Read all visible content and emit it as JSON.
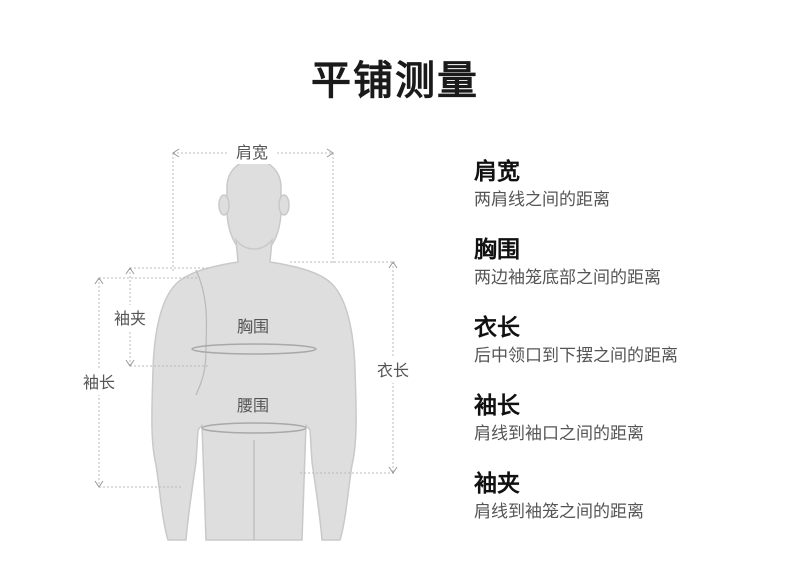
{
  "title": "平铺测量",
  "figure": {
    "labels": {
      "shoulder": "肩宽",
      "chest": "胸围",
      "waist": "腰围",
      "armhole": "袖夹",
      "sleeve": "袖长",
      "length": "衣长"
    }
  },
  "legend": [
    {
      "term": "肩宽",
      "desc": "两肩线之间的距离"
    },
    {
      "term": "胸围",
      "desc": "两边袖笼底部之间的距离"
    },
    {
      "term": "衣长",
      "desc": "后中领口到下摆之间的距离"
    },
    {
      "term": "袖长",
      "desc": "肩线到袖口之间的距离"
    },
    {
      "term": "袖夹",
      "desc": "肩线到袖笼之间的距离"
    }
  ]
}
